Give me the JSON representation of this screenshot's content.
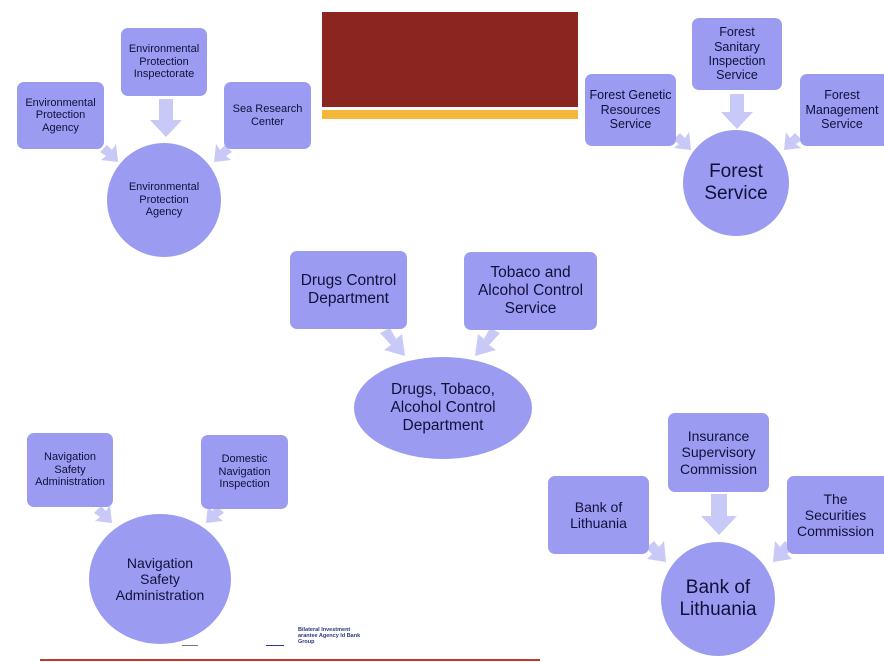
{
  "colors": {
    "node": "#9b9cf1",
    "arrow": "#c8c9f7",
    "banner": "#8b2520",
    "banner_stripe": "#f4b73a",
    "bottom_line": "#c0392b"
  },
  "groups": {
    "environmental": {
      "top": "Environmental Protection Inspectorate",
      "left": "Environmental Protection Agency",
      "right": "Sea Research Center",
      "center": "Environmental Protection Agency"
    },
    "forest": {
      "top": "Forest Sanitary Inspection Service",
      "left": "Forest Genetic Resources Service",
      "right": "Forest Management Service",
      "center": "Forest Service"
    },
    "drugs": {
      "left": "Drugs Control Department",
      "right": "Tobaco and Alcohol Control Service",
      "center": "Drugs, Tobaco, Alcohol Control Department"
    },
    "navigation": {
      "left": "Navigation Safety Administration",
      "right": "Domestic Navigation Inspection",
      "center": "Navigation Safety Administration"
    },
    "bank": {
      "top": "Insurance Supervisory Commission",
      "left": "Bank of Lithuania",
      "right": "The Securities Commission",
      "center": "Bank of Lithuania"
    }
  },
  "footer": {
    "small_text": "Bilateral Investment arantee Agency ld Bank Group"
  }
}
